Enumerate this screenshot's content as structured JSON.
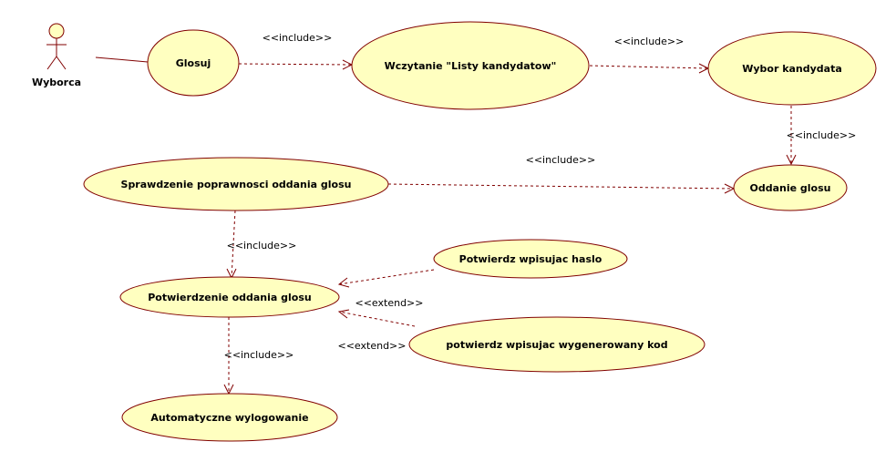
{
  "actor": {
    "name": "Wyborca"
  },
  "use_cases": {
    "glosuj": "Glosuj",
    "wczytanie": "Wczytanie \"Listy kandydatow\"",
    "wybor": "Wybor kandydata",
    "sprawdzenie": "Sprawdzenie poprawnosci oddania glosu",
    "oddanie": "Oddanie glosu",
    "potwierdz_haslo": "Potwierdz wpisujac haslo",
    "potwierdzenie": "Potwierdzenie oddania glosu",
    "potwierdz_kod": "potwierdz wpisujac wygenerowany kod",
    "wylogowanie": "Automatyczne wylogowanie"
  },
  "relations": {
    "include_1": "<<include>>",
    "include_2": "<<include>>",
    "include_3": "<<include>>",
    "include_4": "<<include>>",
    "include_5": "<<include>>",
    "include_6": "<<include>>",
    "extend_1": "<<extend>>",
    "extend_2": "<<extend>>"
  },
  "colors": {
    "fill": "#ffffc0",
    "stroke": "#800000"
  }
}
